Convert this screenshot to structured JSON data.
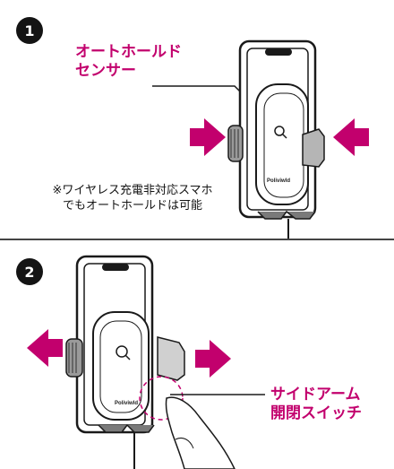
{
  "step1": {
    "number": "1",
    "callout_line1": "オートホールド",
    "callout_line2": "センサー",
    "note_line1": "※ワイヤレス充電非対応スマホ",
    "note_line2": "でもオートホールドは可能",
    "brand_mark": "Poliviwld"
  },
  "step2": {
    "number": "2",
    "callout_line1": "サイドアーム",
    "callout_line2": "開閉スイッチ",
    "brand_mark": "Poliviwld"
  },
  "colors": {
    "accent": "#c2006d",
    "line": "#1a1a1a",
    "badge": "#141414"
  },
  "icons": [
    "arrow-right-icon",
    "arrow-left-icon",
    "qi-wireless-icon",
    "finger-hand-icon"
  ]
}
